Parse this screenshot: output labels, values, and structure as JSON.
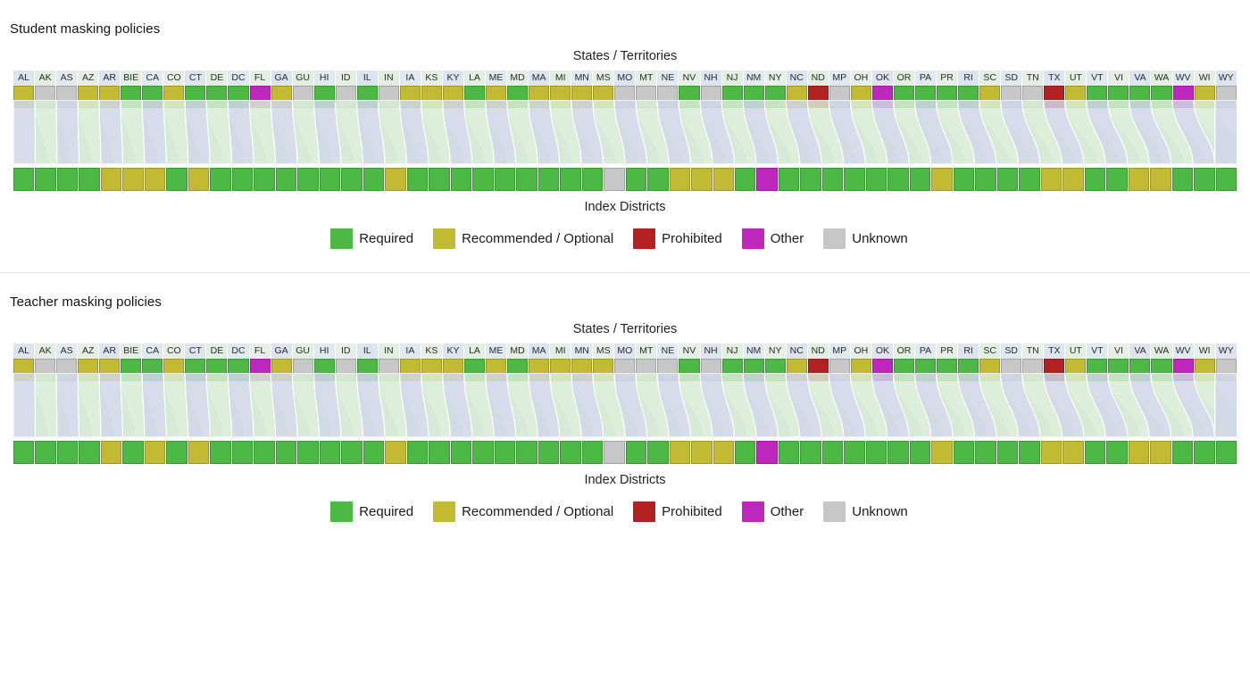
{
  "colors": {
    "required": "#4CB944",
    "recommended": "#C3BA33",
    "prohibited": "#B22222",
    "other": "#BE27BE",
    "unknown": "#C7C7C7",
    "ribbon_blue": "#cfd6e6",
    "ribbon_green": "#d7ecd4"
  },
  "legend": {
    "items": [
      {
        "label": "Required",
        "color_key": "required"
      },
      {
        "label": "Recommended / Optional",
        "color_key": "recommended"
      },
      {
        "label": "Prohibited",
        "color_key": "prohibited"
      },
      {
        "label": "Other",
        "color_key": "other"
      },
      {
        "label": "Unknown",
        "color_key": "unknown"
      }
    ]
  },
  "axis": {
    "top_title": "States / Territories",
    "bottom_title": "Index Districts"
  },
  "panels": [
    {
      "title": "Student masking policies",
      "states": [
        {
          "code": "AL",
          "status": "recommended"
        },
        {
          "code": "AK",
          "status": "unknown"
        },
        {
          "code": "AS",
          "status": "unknown"
        },
        {
          "code": "AZ",
          "status": "recommended"
        },
        {
          "code": "AR",
          "status": "recommended"
        },
        {
          "code": "BIE",
          "status": "required"
        },
        {
          "code": "CA",
          "status": "required"
        },
        {
          "code": "CO",
          "status": "recommended"
        },
        {
          "code": "CT",
          "status": "required"
        },
        {
          "code": "DE",
          "status": "required"
        },
        {
          "code": "DC",
          "status": "required"
        },
        {
          "code": "FL",
          "status": "other"
        },
        {
          "code": "GA",
          "status": "recommended"
        },
        {
          "code": "GU",
          "status": "unknown"
        },
        {
          "code": "HI",
          "status": "required"
        },
        {
          "code": "ID",
          "status": "unknown"
        },
        {
          "code": "IL",
          "status": "required"
        },
        {
          "code": "IN",
          "status": "unknown"
        },
        {
          "code": "IA",
          "status": "recommended"
        },
        {
          "code": "KS",
          "status": "recommended"
        },
        {
          "code": "KY",
          "status": "recommended"
        },
        {
          "code": "LA",
          "status": "required"
        },
        {
          "code": "ME",
          "status": "recommended"
        },
        {
          "code": "MD",
          "status": "required"
        },
        {
          "code": "MA",
          "status": "recommended"
        },
        {
          "code": "MI",
          "status": "recommended"
        },
        {
          "code": "MN",
          "status": "recommended"
        },
        {
          "code": "MS",
          "status": "recommended"
        },
        {
          "code": "MO",
          "status": "unknown"
        },
        {
          "code": "MT",
          "status": "unknown"
        },
        {
          "code": "NE",
          "status": "unknown"
        },
        {
          "code": "NV",
          "status": "required"
        },
        {
          "code": "NH",
          "status": "unknown"
        },
        {
          "code": "NJ",
          "status": "required"
        },
        {
          "code": "NM",
          "status": "required"
        },
        {
          "code": "NY",
          "status": "required"
        },
        {
          "code": "NC",
          "status": "recommended"
        },
        {
          "code": "ND",
          "status": "prohibited"
        },
        {
          "code": "MP",
          "status": "unknown"
        },
        {
          "code": "OH",
          "status": "recommended"
        },
        {
          "code": "OK",
          "status": "other"
        },
        {
          "code": "OR",
          "status": "required"
        },
        {
          "code": "PA",
          "status": "required"
        },
        {
          "code": "PR",
          "status": "required"
        },
        {
          "code": "RI",
          "status": "required"
        },
        {
          "code": "SC",
          "status": "recommended"
        },
        {
          "code": "SD",
          "status": "unknown"
        },
        {
          "code": "TN",
          "status": "unknown"
        },
        {
          "code": "TX",
          "status": "prohibited"
        },
        {
          "code": "UT",
          "status": "recommended"
        },
        {
          "code": "VT",
          "status": "required"
        },
        {
          "code": "VI",
          "status": "required"
        },
        {
          "code": "VA",
          "status": "required"
        },
        {
          "code": "WA",
          "status": "required"
        },
        {
          "code": "WV",
          "status": "other"
        },
        {
          "code": "WI",
          "status": "recommended"
        },
        {
          "code": "WY",
          "status": "unknown"
        }
      ],
      "districts": [
        "required",
        "required",
        "required",
        "required",
        "recommended",
        "recommended",
        "recommended",
        "required",
        "recommended",
        "required",
        "required",
        "required",
        "required",
        "required",
        "required",
        "required",
        "required",
        "recommended",
        "required",
        "required",
        "required",
        "required",
        "required",
        "required",
        "required",
        "required",
        "required",
        "unknown",
        "required",
        "required",
        "recommended",
        "recommended",
        "recommended",
        "required",
        "other",
        "required",
        "required",
        "required",
        "required",
        "required",
        "required",
        "required",
        "recommended",
        "required",
        "required",
        "required",
        "required",
        "recommended",
        "recommended",
        "required",
        "required",
        "recommended",
        "recommended",
        "required",
        "required",
        "required"
      ]
    },
    {
      "title": "Teacher masking policies",
      "states": [
        {
          "code": "AL",
          "status": "recommended"
        },
        {
          "code": "AK",
          "status": "unknown"
        },
        {
          "code": "AS",
          "status": "unknown"
        },
        {
          "code": "AZ",
          "status": "recommended"
        },
        {
          "code": "AR",
          "status": "recommended"
        },
        {
          "code": "BIE",
          "status": "required"
        },
        {
          "code": "CA",
          "status": "required"
        },
        {
          "code": "CO",
          "status": "recommended"
        },
        {
          "code": "CT",
          "status": "required"
        },
        {
          "code": "DE",
          "status": "required"
        },
        {
          "code": "DC",
          "status": "required"
        },
        {
          "code": "FL",
          "status": "other"
        },
        {
          "code": "GA",
          "status": "recommended"
        },
        {
          "code": "GU",
          "status": "unknown"
        },
        {
          "code": "HI",
          "status": "required"
        },
        {
          "code": "ID",
          "status": "unknown"
        },
        {
          "code": "IL",
          "status": "required"
        },
        {
          "code": "IN",
          "status": "unknown"
        },
        {
          "code": "IA",
          "status": "recommended"
        },
        {
          "code": "KS",
          "status": "recommended"
        },
        {
          "code": "KY",
          "status": "recommended"
        },
        {
          "code": "LA",
          "status": "required"
        },
        {
          "code": "ME",
          "status": "recommended"
        },
        {
          "code": "MD",
          "status": "required"
        },
        {
          "code": "MA",
          "status": "recommended"
        },
        {
          "code": "MI",
          "status": "recommended"
        },
        {
          "code": "MN",
          "status": "recommended"
        },
        {
          "code": "MS",
          "status": "recommended"
        },
        {
          "code": "MO",
          "status": "unknown"
        },
        {
          "code": "MT",
          "status": "unknown"
        },
        {
          "code": "NE",
          "status": "unknown"
        },
        {
          "code": "NV",
          "status": "required"
        },
        {
          "code": "NH",
          "status": "unknown"
        },
        {
          "code": "NJ",
          "status": "required"
        },
        {
          "code": "NM",
          "status": "required"
        },
        {
          "code": "NY",
          "status": "required"
        },
        {
          "code": "NC",
          "status": "recommended"
        },
        {
          "code": "ND",
          "status": "prohibited"
        },
        {
          "code": "MP",
          "status": "unknown"
        },
        {
          "code": "OH",
          "status": "recommended"
        },
        {
          "code": "OK",
          "status": "other"
        },
        {
          "code": "OR",
          "status": "required"
        },
        {
          "code": "PA",
          "status": "required"
        },
        {
          "code": "PR",
          "status": "required"
        },
        {
          "code": "RI",
          "status": "required"
        },
        {
          "code": "SC",
          "status": "recommended"
        },
        {
          "code": "SD",
          "status": "unknown"
        },
        {
          "code": "TN",
          "status": "unknown"
        },
        {
          "code": "TX",
          "status": "prohibited"
        },
        {
          "code": "UT",
          "status": "recommended"
        },
        {
          "code": "VT",
          "status": "required"
        },
        {
          "code": "VI",
          "status": "required"
        },
        {
          "code": "VA",
          "status": "required"
        },
        {
          "code": "WA",
          "status": "required"
        },
        {
          "code": "WV",
          "status": "other"
        },
        {
          "code": "WI",
          "status": "recommended"
        },
        {
          "code": "WY",
          "status": "unknown"
        }
      ],
      "districts": [
        "required",
        "required",
        "required",
        "required",
        "recommended",
        "required",
        "recommended",
        "required",
        "recommended",
        "required",
        "required",
        "required",
        "required",
        "required",
        "required",
        "required",
        "required",
        "recommended",
        "required",
        "required",
        "required",
        "required",
        "required",
        "required",
        "required",
        "required",
        "required",
        "unknown",
        "required",
        "required",
        "recommended",
        "recommended",
        "recommended",
        "required",
        "other",
        "required",
        "required",
        "required",
        "required",
        "required",
        "required",
        "required",
        "recommended",
        "required",
        "required",
        "required",
        "required",
        "recommended",
        "recommended",
        "required",
        "required",
        "recommended",
        "recommended",
        "required",
        "required",
        "required"
      ]
    }
  ]
}
